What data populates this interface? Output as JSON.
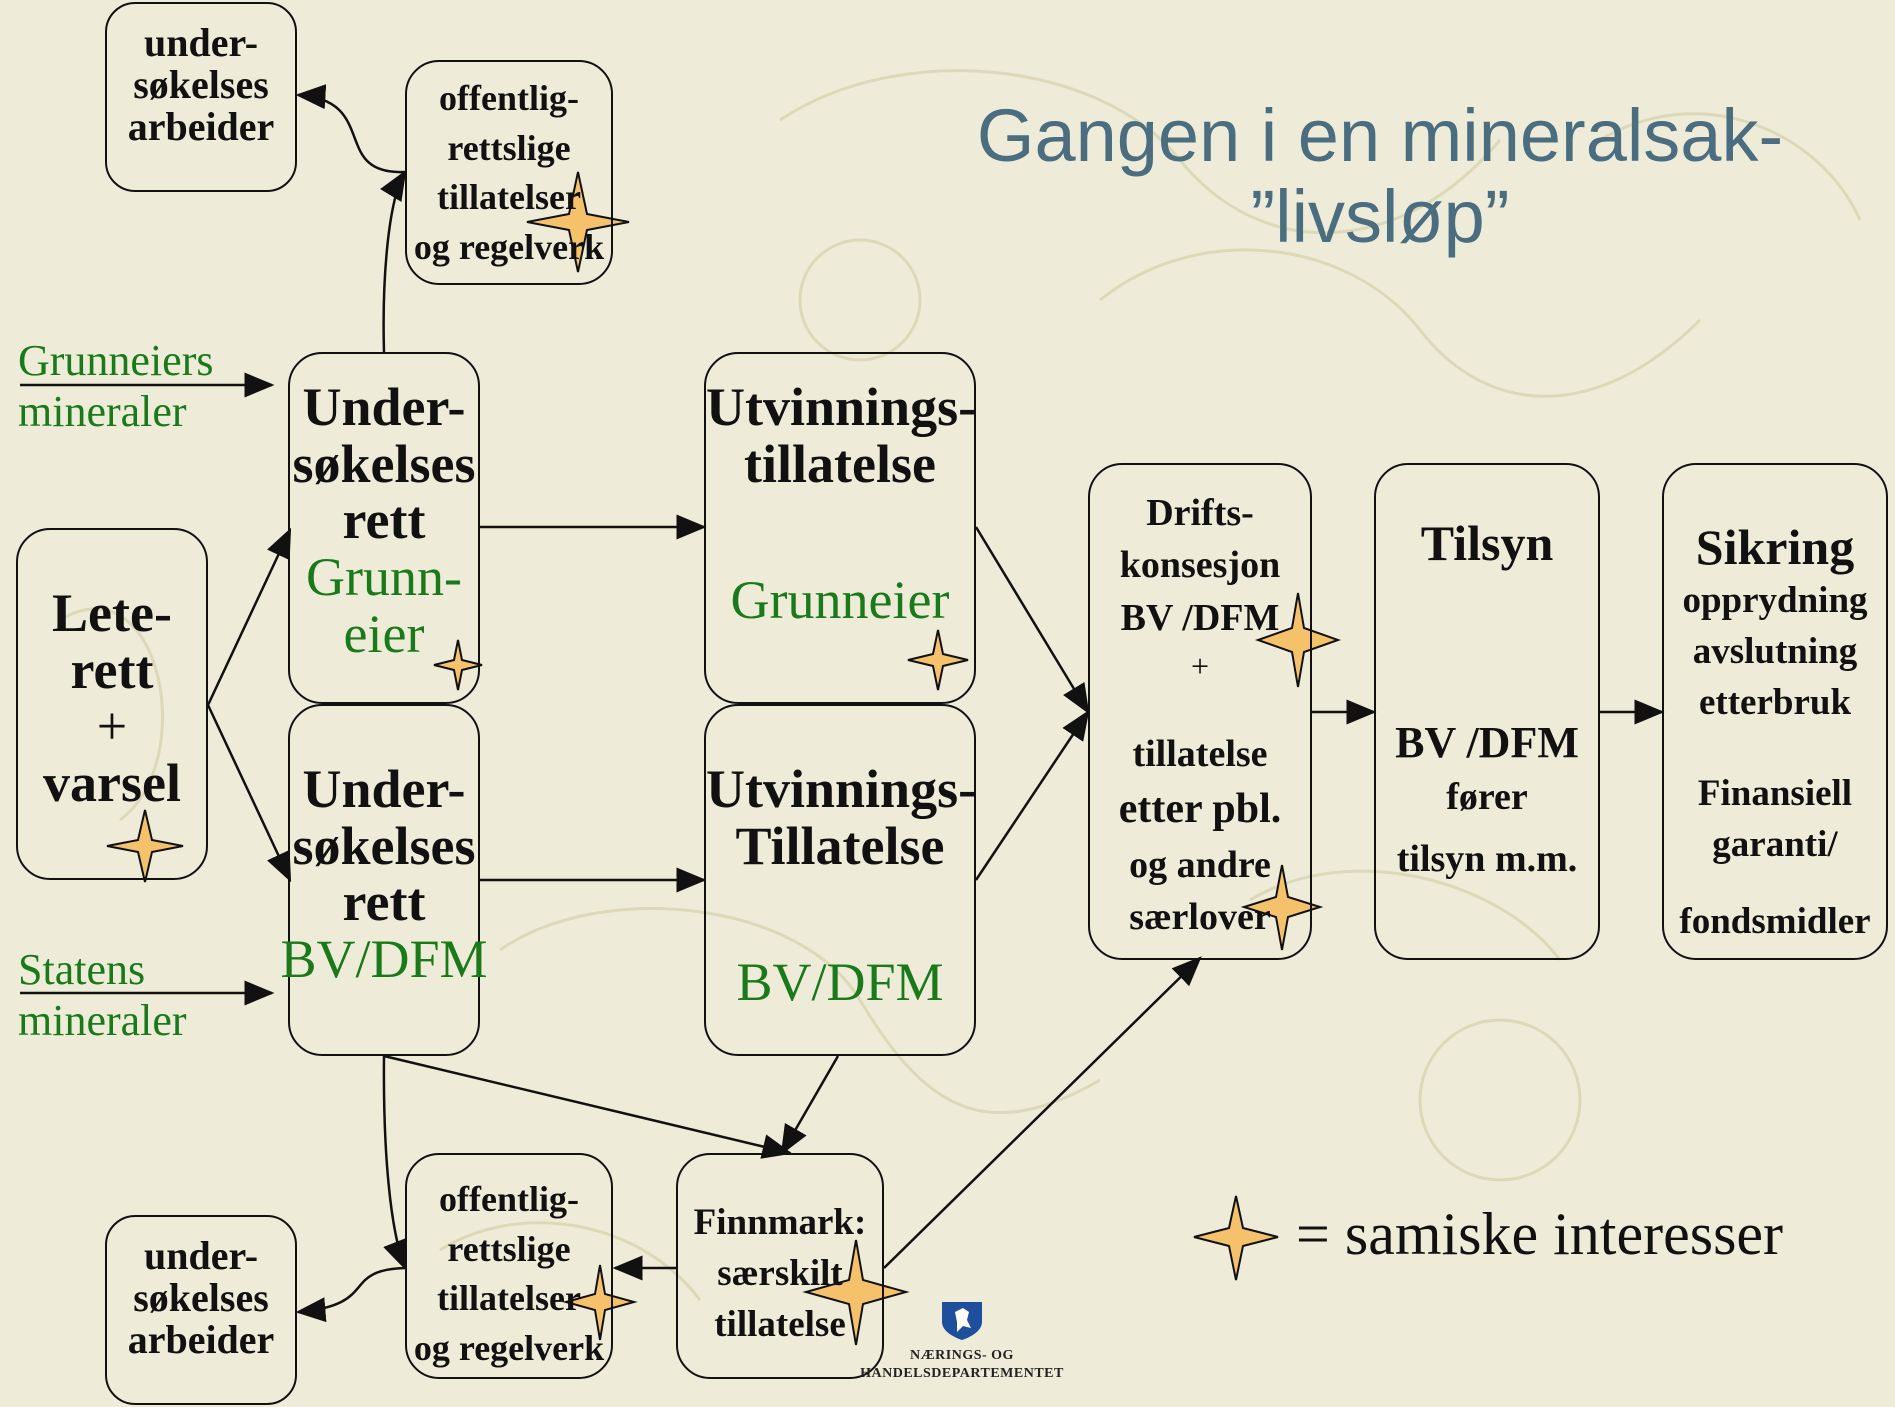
{
  "title": {
    "line1": "Gangen i en mineralsak-",
    "line2": "”livsløp”"
  },
  "side_labels": {
    "grunneiers": {
      "line1": "Grunneiers",
      "line2": "mineraler"
    },
    "statens": {
      "line1": "Statens",
      "line2": "mineraler"
    }
  },
  "boxes": {
    "leterett": {
      "l1": "Lete-",
      "l2": "rett",
      "l3": "+",
      "l4": "varsel"
    },
    "top_arbeider": {
      "l1": "under-",
      "l2": "søkelses",
      "l3": "arbeider"
    },
    "top_tillatelser": {
      "l1": "offentlig-",
      "l2": "rettslige",
      "l3": "tillatelser",
      "l4": "og regelverk"
    },
    "us_grunneier": {
      "l1": "Under-",
      "l2": "søkelses",
      "l3": "rett",
      "g1": "Grunn-",
      "g2": "eier"
    },
    "us_bvdfm": {
      "l1": "Under-",
      "l2": "søkelses",
      "l3": "rett",
      "g1": "BV/DFM"
    },
    "ut_grunneier": {
      "l1": "Utvinnings-",
      "l2": "tillatelse",
      "g1": "Grunneier"
    },
    "ut_bvdfm": {
      "l1": "Utvinnings-",
      "l2": "Tillatelse",
      "g1": "BV/DFM"
    },
    "drift": {
      "l1": "Drifts-",
      "l2": "konsesjon",
      "l3": "BV /DFM",
      "l4": "+",
      "l5": "tillatelse",
      "l6": "etter pbl.",
      "l7": "og andre",
      "l8": "særlover"
    },
    "tilsyn": {
      "l1": "Tilsyn",
      "l2": "BV /DFM",
      "l3": "fører",
      "l4": "tilsyn m.m."
    },
    "sikring": {
      "l1": "Sikring",
      "l2": "opprydning",
      "l3": "avslutning",
      "l4": "etterbruk",
      "l5": "Finansiell",
      "l6": "garanti/",
      "l7": "fondsmidler"
    },
    "finnmark": {
      "l1": "Finnmark:",
      "l2": "særskilt",
      "l3": "tillatelse"
    },
    "bot_tillatelser": {
      "l1": "offentlig-",
      "l2": "rettslige",
      "l3": "tillatelser",
      "l4": "og regelverk"
    },
    "bot_arbeider": {
      "l1": "under-",
      "l2": "søkelses",
      "l3": "arbeider"
    }
  },
  "legend": {
    "text": "= samiske interesser",
    "icon": "four-point-star-icon"
  },
  "logo": {
    "text": "NÆRINGS- OG HANDELSDEPARTEMENTET",
    "icon": "norwegian-coat-of-arms-icon"
  },
  "colors": {
    "background": "#eeecd9",
    "title": "#4a6d80",
    "green": "#1a7a1a",
    "star_fill": "#f5c26b"
  }
}
